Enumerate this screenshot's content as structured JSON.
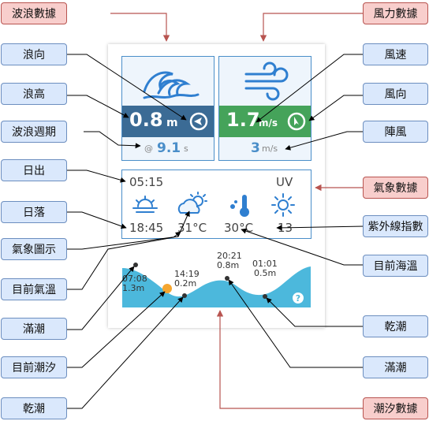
{
  "callouts": {
    "wave_data": "波浪數據",
    "wave_direction": "浪向",
    "wave_height": "浪高",
    "wave_period": "波浪週期",
    "sunrise": "日出",
    "sunset": "日落",
    "weather_icon": "氣象圖示",
    "current_temp": "目前氣溫",
    "high_tide_left": "滿潮",
    "current_tide": "目前潮汐",
    "low_tide_left": "乾潮",
    "wind_data": "風力數據",
    "wind_speed": "風速",
    "wind_direction": "風向",
    "gust": "陣風",
    "weather_data": "氣象數據",
    "uv_index": "紫外線指數",
    "sea_temp": "目前海溫",
    "low_tide_right": "乾潮",
    "high_tide_right": "滿潮",
    "tide_data": "潮汐數據"
  },
  "wave": {
    "height_value": "0.8",
    "height_unit": "m",
    "period_prefix": "@",
    "period_value": "9.1",
    "period_unit": "s"
  },
  "wind": {
    "speed_value": "1.7",
    "speed_unit": "m/s",
    "gust_value": "3",
    "gust_unit": "m/s"
  },
  "weather": {
    "sunrise": "05:15",
    "sunset": "18:45",
    "uv_label": "UV",
    "air_temp": "31°C",
    "sea_temp": "30°C",
    "uv_value": "13"
  },
  "tide": {
    "points": [
      {
        "time": "07:08",
        "height": "1.3m"
      },
      {
        "time": "14:19",
        "height": "0.2m"
      },
      {
        "time": "20:21",
        "height": "0.8m"
      },
      {
        "time": "01:01",
        "height": "0.5m"
      }
    ],
    "help": "?"
  },
  "colors": {
    "panel_border": "#4a8ec9",
    "wave_bar": "#3b6b95",
    "wind_bar": "#45a35a",
    "tide_fill": "#4cb8dc",
    "current_tide_dot": "#f5a630",
    "callout_blue": "#dae8fc",
    "callout_red": "#f8cecc"
  }
}
